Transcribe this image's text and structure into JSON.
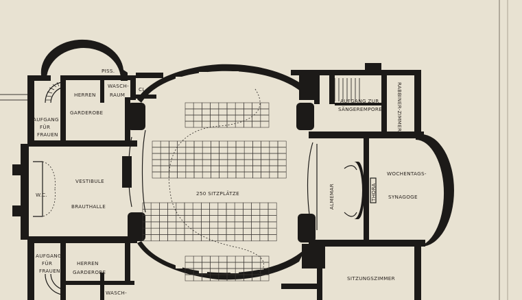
{
  "rooms": {
    "herren_garderobe_top": [
      "HERREN",
      "GARDEROBE"
    ],
    "waschraum_top": [
      "WASCH-",
      "RAUM"
    ],
    "piss": "PISS.",
    "cl": "CL",
    "aufgang_frauen_top": [
      "AUFGANG",
      "FÜR",
      "FRAUEN"
    ],
    "vestibule": "VESTIBULE",
    "brauthalle": "BRAUTHALLE",
    "wc": "W.C.",
    "aufgang_frauen_bottom": [
      "AUFGANG",
      "FÜR",
      "FRAUEN"
    ],
    "herren_garderobe_bottom": [
      "HERREN",
      "GARDEROBE"
    ],
    "waschraum_bottom": "WASCH-",
    "sitzplaetze": "250 SITZPLÄTZE",
    "aufgang_saengerempore": [
      "AUFGANG ZUR",
      "SÄNGEREMPORE"
    ],
    "rabbinerzimmer": "RABBINER-ZIMMER",
    "almemar": "ALMEMAR",
    "thora": "THORA",
    "wochentagssynagoge": [
      "WOCHENTAGS-",
      "SYNAGOGE"
    ],
    "sitzungszimmer": "SITZUNGSZIMMER"
  },
  "seating": {
    "blocks": [
      {
        "cols": 10,
        "rows": 4
      },
      {
        "cols": 16,
        "rows": 6
      },
      {
        "cols": 16,
        "rows": 6
      },
      {
        "cols": 10,
        "rows": 4
      }
    ]
  },
  "colors": {
    "paper": "#e8e2d2",
    "ink": "#1c1a18"
  }
}
